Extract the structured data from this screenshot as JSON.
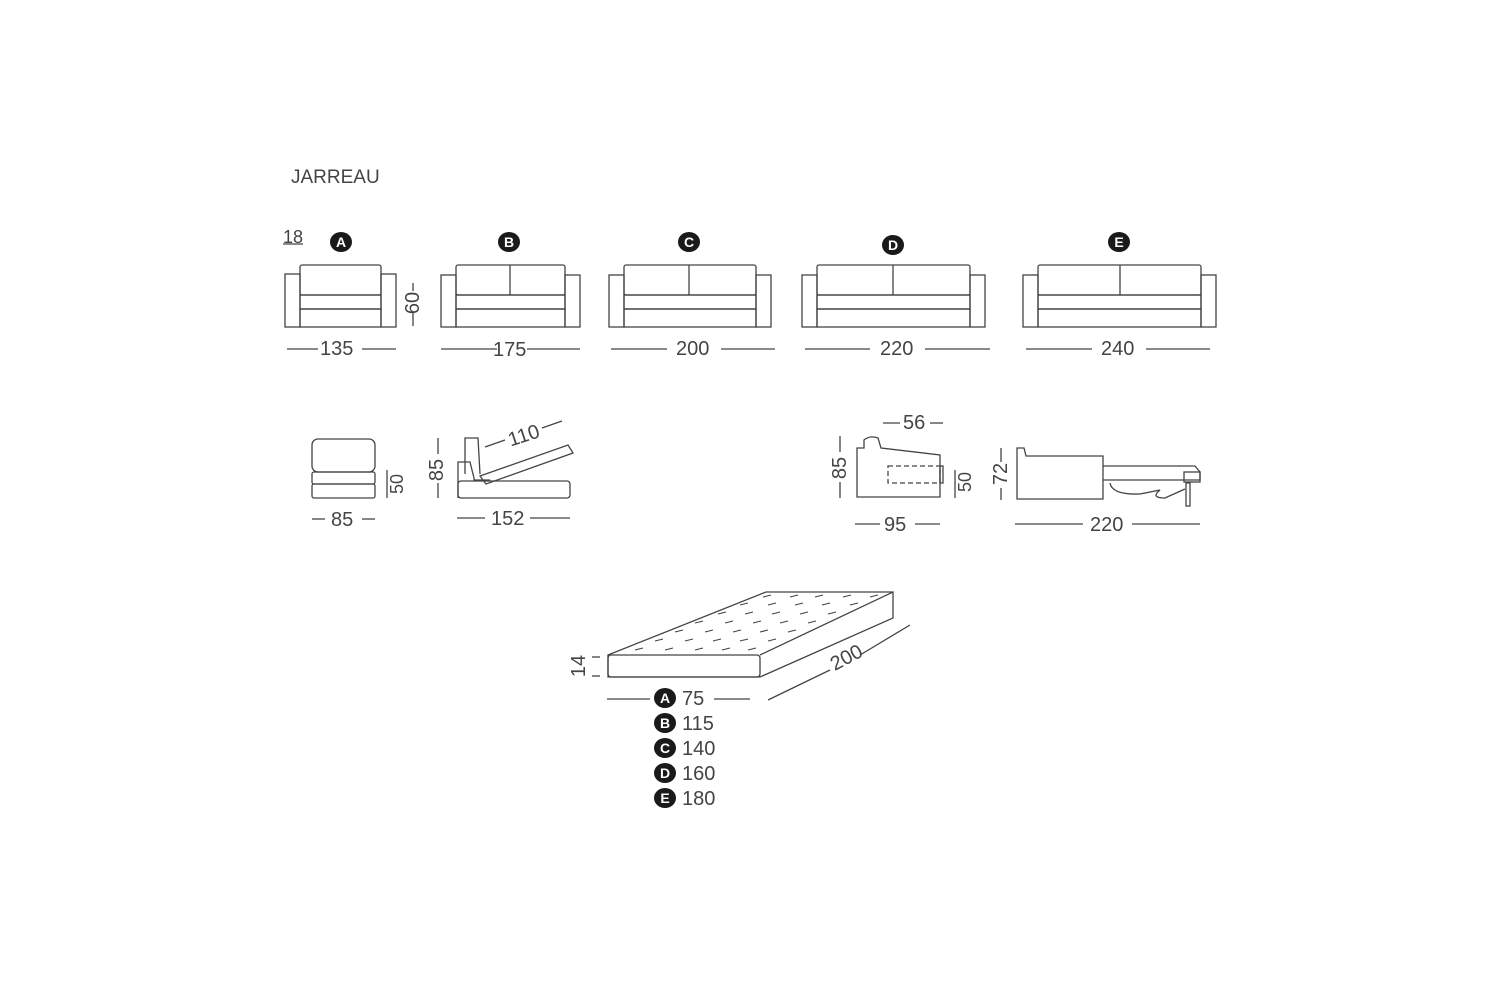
{
  "title": "JARREAU",
  "seat_note": "18",
  "models": [
    {
      "badge": "A",
      "width": "135"
    },
    {
      "badge": "B",
      "width": "175"
    },
    {
      "badge": "C",
      "width": "200"
    },
    {
      "badge": "D",
      "width": "220"
    },
    {
      "badge": "E",
      "width": "240"
    }
  ],
  "front_height": "60",
  "side_views": {
    "armchair_depth": "85",
    "seat_height": "50",
    "reclined_height": "85",
    "reclined_back": "110",
    "reclined_length": "152",
    "bed_side_height": "85",
    "bed_side_top": "56",
    "bed_side_seat": "50",
    "bed_side_depth": "95",
    "bed_open_height": "72",
    "bed_open_length": "220"
  },
  "mattress": {
    "thickness": "14",
    "length": "200",
    "widths": [
      {
        "badge": "A",
        "value": "75"
      },
      {
        "badge": "B",
        "value": "115"
      },
      {
        "badge": "C",
        "value": "140"
      },
      {
        "badge": "D",
        "value": "160"
      },
      {
        "badge": "E",
        "value": "180"
      }
    ]
  }
}
